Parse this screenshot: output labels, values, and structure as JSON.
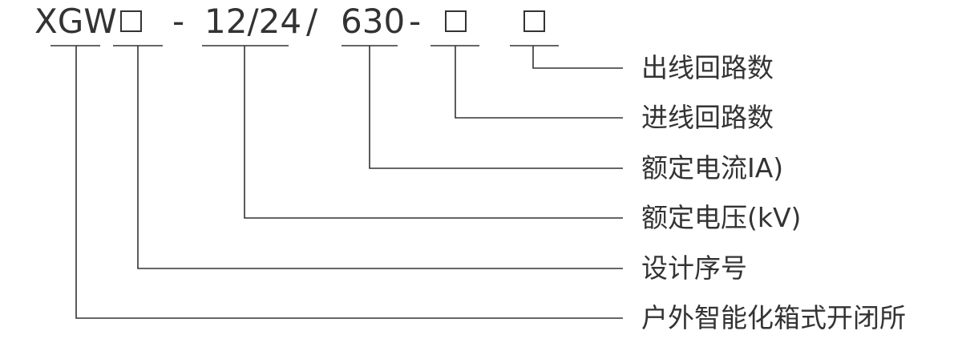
{
  "model": {
    "prefix": "XGW",
    "dash1": "-",
    "voltage": "12/24",
    "slash": "/",
    "current": "630",
    "dash2": "-"
  },
  "labels": {
    "outgoing_circuits": "出线回路数",
    "incoming_circuits": "进线回路数",
    "rated_current": "额定电流IA)",
    "rated_voltage": "额定电压(kV)",
    "design_serial": "设计序号",
    "product_type": "户外智能化箱式开闭所"
  },
  "colors": {
    "text": "#333333",
    "line": "#333333",
    "background": "#ffffff"
  }
}
